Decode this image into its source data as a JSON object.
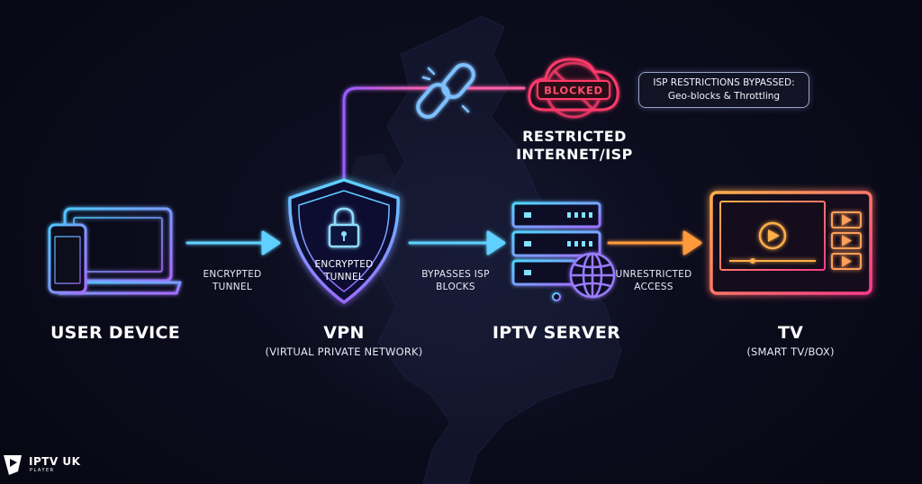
{
  "nodes": {
    "user_device": {
      "title": "USER DEVICE",
      "subtitle": ""
    },
    "vpn": {
      "title": "VPN",
      "subtitle": "(VIRTUAL PRIVATE NETWORK)",
      "shield_text": [
        "ENCRYPTED",
        "TUNNEL"
      ]
    },
    "iptv_server": {
      "title": "IPTV SERVER",
      "subtitle": ""
    },
    "tv": {
      "title": "TV",
      "subtitle": "(SMART TV/BOX)"
    },
    "restricted": {
      "title_lines": [
        "RESTRICTED",
        "INTERNET/ISP"
      ],
      "badge": "BLOCKED"
    }
  },
  "edges": [
    {
      "from": "user_device",
      "to": "vpn",
      "label_lines": [
        "ENCRYPTED",
        "TUNNEL"
      ],
      "color": "#5fd0ff"
    },
    {
      "from": "vpn",
      "to": "iptv_server",
      "label_lines": [
        "BYPASSES ISP",
        "BLOCKS"
      ],
      "color": "#5fd0ff"
    },
    {
      "from": "iptv_server",
      "to": "tv",
      "label_lines": [
        "UNRESTRICTED",
        "ACCESS"
      ],
      "color": "#ff9a3c"
    }
  ],
  "callout": {
    "lines": [
      "ISP RESTRICTIONS BYPASSED:",
      "Geo-blocks & Throttling"
    ]
  },
  "logo": {
    "main": "IPTV UK",
    "sub": "PLAYER"
  },
  "colors": {
    "cyan": "#5fd0ff",
    "violet": "#a060ff",
    "pink": "#ff3b6b",
    "orange": "#ff9a3c"
  },
  "icons": [
    "laptop-icon",
    "phone-icon",
    "shield-icon",
    "lock-icon",
    "server-icon",
    "globe-icon",
    "tv-icon",
    "play-icon",
    "broken-chain-icon",
    "cloud-icon",
    "prohibited-icon"
  ]
}
